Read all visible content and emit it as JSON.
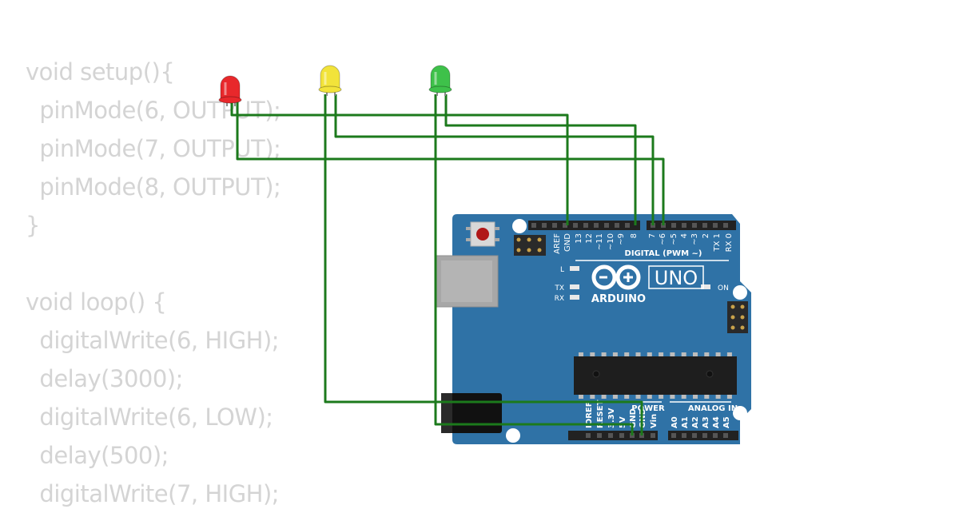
{
  "code": {
    "lines": [
      "void setup(){",
      "  pinMode(6, OUTPUT);",
      "  pinMode(7, OUTPUT);",
      "  pinMode(8, OUTPUT);",
      "}",
      "",
      "void loop() {",
      "  digitalWrite(6, HIGH);",
      "  delay(3000);",
      "  digitalWrite(6, LOW);",
      "  delay(500);",
      "  digitalWrite(7, HIGH);"
    ]
  },
  "leds": [
    {
      "color_name": "red",
      "color": "#e8282b"
    },
    {
      "color_name": "yellow",
      "color": "#f2e33a"
    },
    {
      "color_name": "green",
      "color": "#3ec14a"
    }
  ],
  "board": {
    "brand": "ARDUINO",
    "model": "UNO",
    "digital_label": "DIGITAL (PWM ~)",
    "power_label": "POWER",
    "analog_label": "ANALOG IN",
    "led_labels": {
      "l": "L",
      "tx": "TX",
      "rx": "RX",
      "on": "ON"
    },
    "top_pins": [
      "AREF",
      "GND",
      "13",
      "12",
      "~11",
      "~10",
      "~9",
      "8",
      "7",
      "~6",
      "~5",
      "4",
      "~3",
      "2",
      "TX 1",
      "RX 0"
    ],
    "power_pins": [
      "IOREF",
      "RESET",
      "3.3V",
      "5V",
      "GND",
      "GND",
      "Vin"
    ],
    "analog_pins": [
      "A0",
      "A1",
      "A2",
      "A3",
      "A4",
      "A5"
    ],
    "board_color": "#2f72a6",
    "wire_color": "#1c7a1c"
  }
}
